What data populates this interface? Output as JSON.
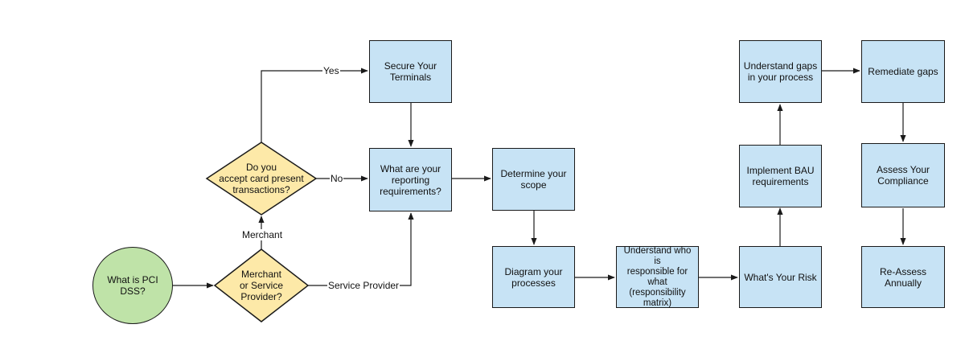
{
  "nodes": {
    "start": "What is PCI DSS?",
    "merchant_or_sp": "Merchant\nor Service\nProvider?",
    "card_present": "Do you\naccept card present\ntransactions?",
    "secure_terminals": "Secure Your\nTerminals",
    "reporting": "What are your\nreporting\nrequirements?",
    "scope": "Determine your\nscope",
    "diagram": "Diagram your\nprocesses",
    "responsible": "Understand who is\nresponsible for\nwhat\n(responsibility\nmatrix)",
    "risk": "What's Your Risk",
    "bau": "Implement BAU\nrequirements",
    "gaps": "Understand gaps\nin your process",
    "remediate": "Remediate gaps",
    "assess": "Assess Your\nCompliance",
    "reassess": "Re-Assess\nAnnually"
  },
  "edge_labels": {
    "yes": "Yes",
    "no": "No",
    "merchant": "Merchant",
    "service_provider": "Service Provider"
  },
  "colors": {
    "box_fill": "#c7e3f5",
    "circle_fill": "#bfe3a8",
    "diamond_fill": "#fde9a8",
    "line": "#1a1a1a"
  }
}
